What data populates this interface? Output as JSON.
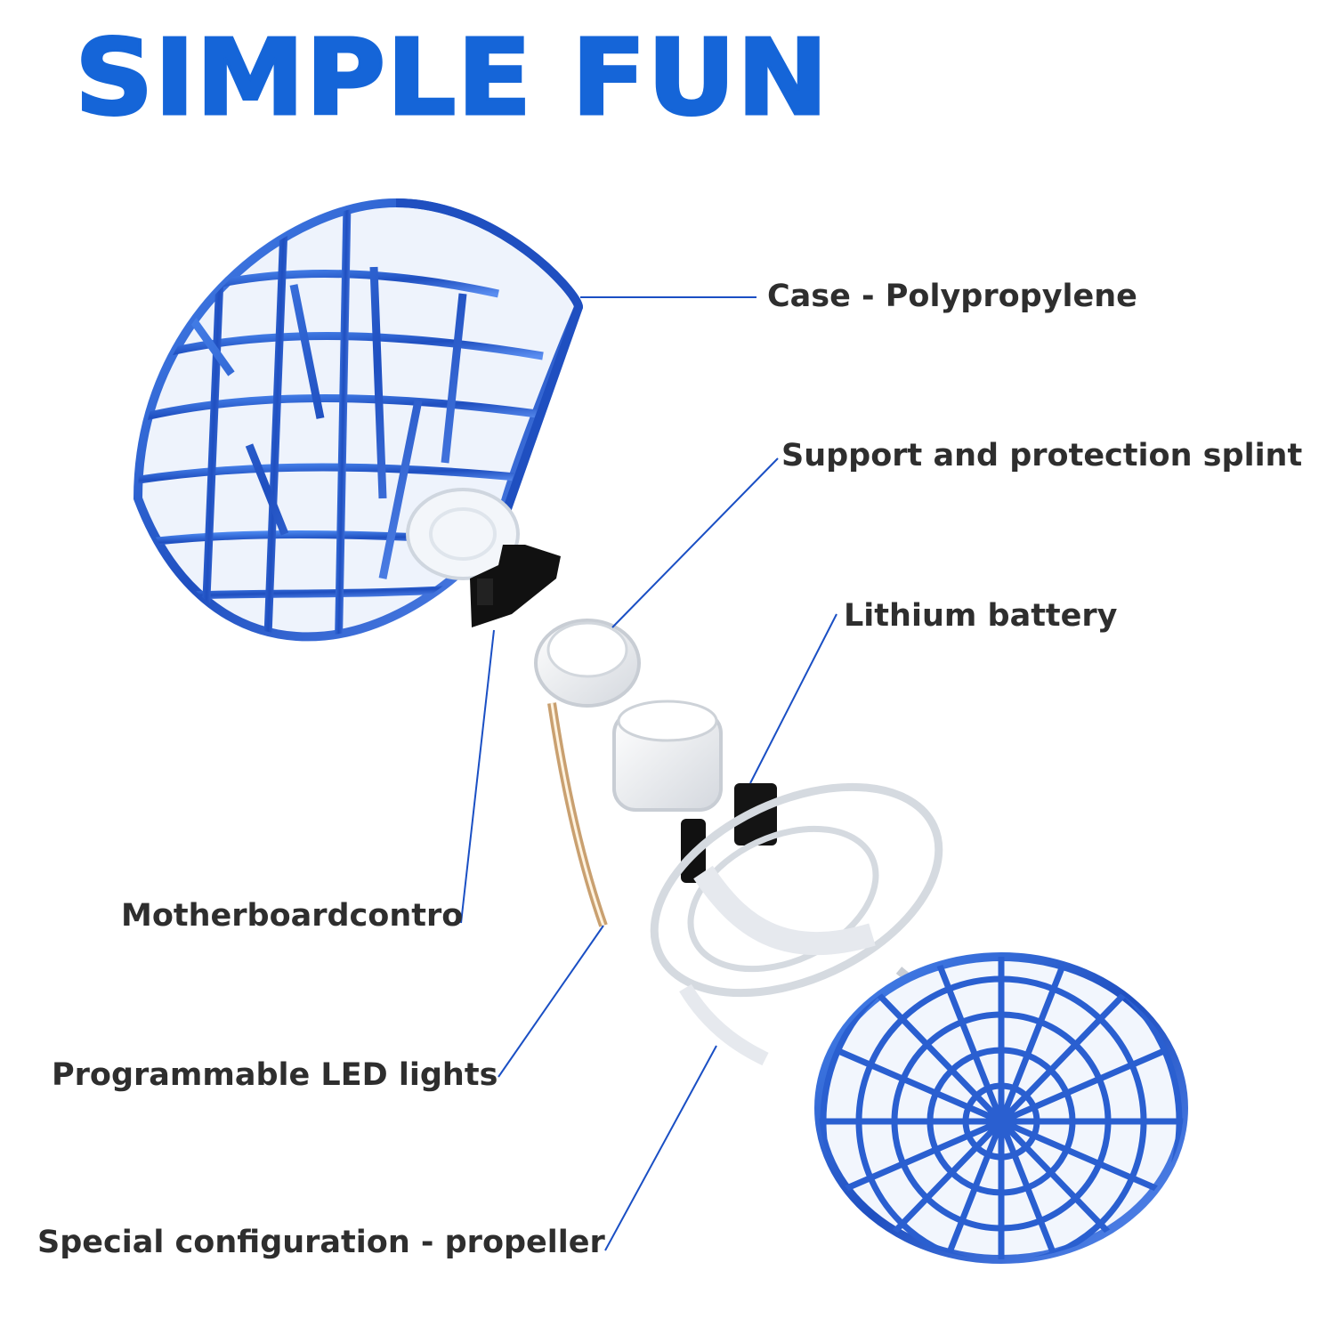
{
  "title": "SIMPLE FUN",
  "labels": {
    "case": "Case - Polypropylene",
    "splint": "Support and protection splint",
    "battery": "Lithium battery",
    "motherboard": "Motherboardcontro",
    "led": "Programmable LED lights",
    "propeller": "Special configuration - propeller"
  },
  "colors": {
    "title": "#1565d8",
    "shell": "#2a5fd0",
    "leader": "#1a4fc4",
    "text": "#2e2e2e"
  }
}
